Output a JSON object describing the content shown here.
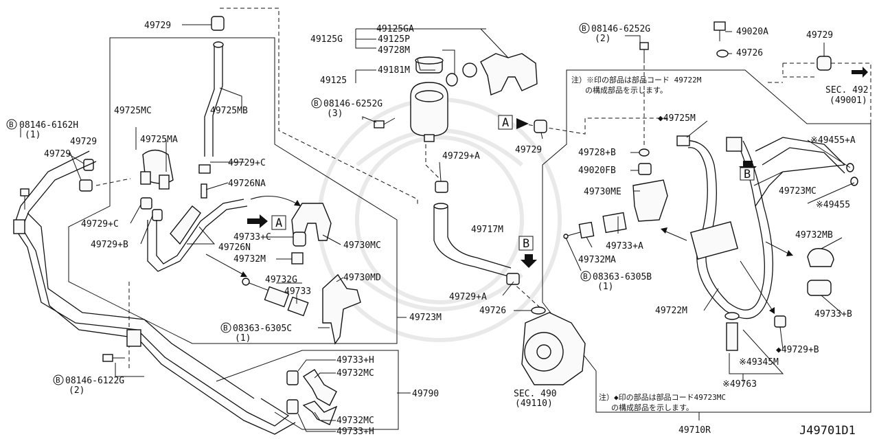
{
  "diagram_id": "J49701D1",
  "notes": {
    "note1": [
      "注）※印の部品は部品コード 49722M",
      "の構成部品を示します。"
    ],
    "note2": [
      "注）◆印の部品は部品コード49723MC",
      "の構成部品を示します。"
    ]
  },
  "callouts": {
    "box_a": "A",
    "box_b": "B",
    "bolt_b": "B"
  },
  "labels": {
    "l_49729_top": "49729",
    "l_49725mb": "49725MB",
    "l_49725mc": "49725MC",
    "l_49725ma": "49725MA",
    "l_08146_6162h": "08146-6162H",
    "l_08146_6162h_q": "(1)",
    "l_49729_left1": "49729",
    "l_49729_left2": "49729",
    "l_49729c_left": "49729+C",
    "l_49729b_left": "49729+B",
    "l_49729c_mid": "49729+C",
    "l_49726na": "49726NA",
    "l_49726n": "49726N",
    "l_49733c": "49733+C",
    "l_49730mc": "49730MC",
    "l_49732m": "49732M",
    "l_49732g": "49732G",
    "l_49733": "49733",
    "l_49730md": "49730MD",
    "l_08363_6305c": "08363-6305C",
    "l_08363_6305c_q": "(1)",
    "l_49723m": "49723M",
    "l_08146_6122g": "08146-6122G",
    "l_08146_6122g_q": "(2)",
    "l_49733h_1": "49733+H",
    "l_49732mc_1": "49732MC",
    "l_49790": "49790",
    "l_49732mc_2": "49732MC",
    "l_49733h_2": "49733+H",
    "l_49125ga": "49125GA",
    "l_49125g": "49125G",
    "l_49125p": "49125P",
    "l_49728m": "49728M",
    "l_49125": "49125",
    "l_49181m": "49181M",
    "l_08146_6252g_mid": "08146-6252G",
    "l_08146_6252g_mid_q": "(3)",
    "l_49729a_mid": "49729+A",
    "l_49717m": "49717M",
    "l_49729a_low": "49729+A",
    "l_49726_low": "49726",
    "l_sec490": "SEC. 490",
    "l_sec490_q": "(49110)",
    "l_49729_a": "49729",
    "l_08146_6252g_top": "08146-6252G",
    "l_08146_6252g_top_q": "(2)",
    "l_49020a": "49020A",
    "l_49726_top": "49726",
    "l_49729_right": "49729",
    "l_sec492": "SEC. 492",
    "l_sec492_q": "(49001)",
    "l_49725m": "◆49725M",
    "l_49728b": "49728+B",
    "l_49020fb": "49020FB",
    "l_49730me": "49730ME",
    "l_49733a": "49733+A",
    "l_49732ma": "49732MA",
    "l_08363_6305b": "08363-6305B",
    "l_08363_6305b_q": "(1)",
    "l_49455a": "※49455+A",
    "l_49723mc": "49723MC",
    "l_49455": "※49455",
    "l_49732mb": "49732MB",
    "l_49733b": "49733+B",
    "l_49722m": "49722M",
    "l_49729b_right": "◆49729+B",
    "l_49345m": "※49345M",
    "l_49763": "※49763",
    "l_49710r": "49710R"
  }
}
